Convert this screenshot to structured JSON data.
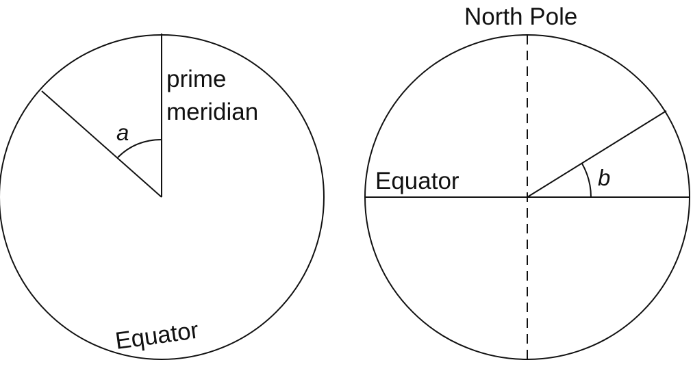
{
  "left_diagram": {
    "meridian_label_line1": "prime",
    "meridian_label_line2": "meridian",
    "angle_label": "a",
    "equator_label": "Equator"
  },
  "right_diagram": {
    "pole_label": "North Pole",
    "equator_label": "Equator",
    "angle_label": "b"
  }
}
